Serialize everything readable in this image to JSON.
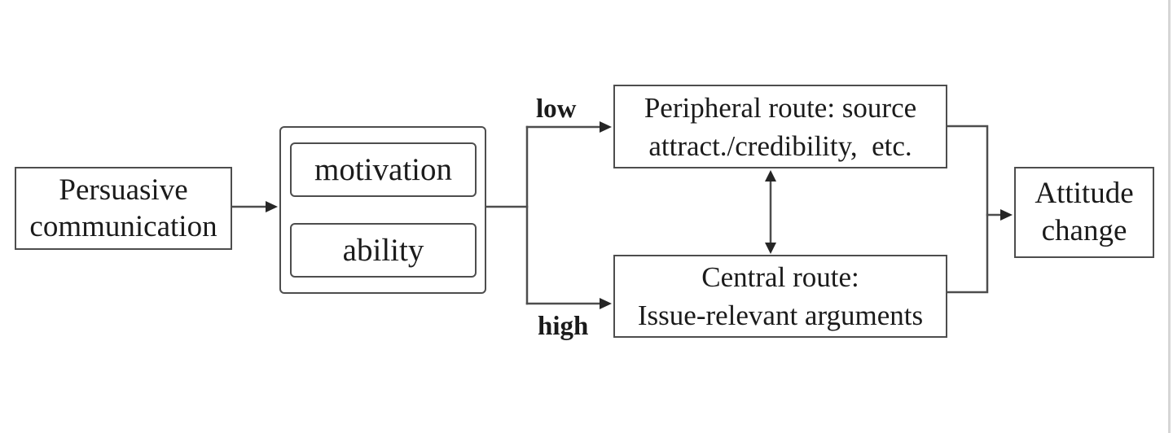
{
  "colors": {
    "line": "#4d4d4d",
    "arrowhead": "#262626",
    "text": "#1b1b1b",
    "box_background": "#ffffff",
    "page_background": "#ffffff",
    "scan_edge": "#d6d6d6"
  },
  "nodes": {
    "persuasive": {
      "line1": "Persuasive",
      "line2": "communication"
    },
    "motivation": {
      "label": "motivation"
    },
    "ability": {
      "label": "ability"
    },
    "peripheral": {
      "line1": "Peripheral route: source",
      "line2": "attract./credibility,  etc."
    },
    "central": {
      "line1": "Central route:",
      "line2": "Issue-relevant arguments"
    },
    "attitude": {
      "line1": "Attitude",
      "line2": "change"
    }
  },
  "edge_labels": {
    "low": "low",
    "high": "high"
  }
}
